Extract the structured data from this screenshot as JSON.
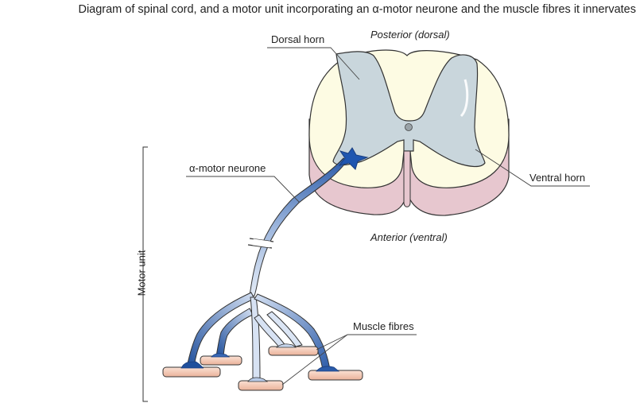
{
  "title": "Diagram of spinal cord, and a motor unit incorporating an α-motor neurone and the muscle fibres it innervates",
  "labels": {
    "posterior": "Posterior (dorsal)",
    "anterior": "Anterior (ventral)",
    "dorsal_horn": "Dorsal horn",
    "ventral_horn": "Ventral horn",
    "motor_neurone": "α-motor neurone",
    "muscle_fibres": "Muscle fibres",
    "motor_unit": "Motor unit"
  },
  "colors": {
    "white_matter": "#fdfbe3",
    "grey_matter": "#c9d6dc",
    "cord_rim": "#e7c7cf",
    "neurone_dark": "#2a5aa8",
    "neurone_light": "#cfdcf0",
    "muscle": "#f6c8b3"
  }
}
